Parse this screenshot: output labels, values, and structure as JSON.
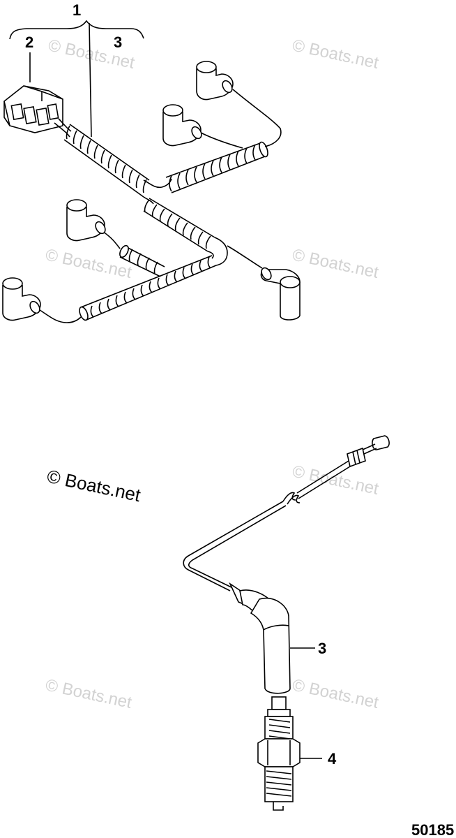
{
  "callouts": {
    "harness": "1",
    "connector": "2",
    "lead_upper": "3",
    "lead_lower": "3",
    "spark_plug": "4"
  },
  "figure_number": "50185",
  "copyright_text": "© Boats.net",
  "watermark_text": "© Boats.net"
}
